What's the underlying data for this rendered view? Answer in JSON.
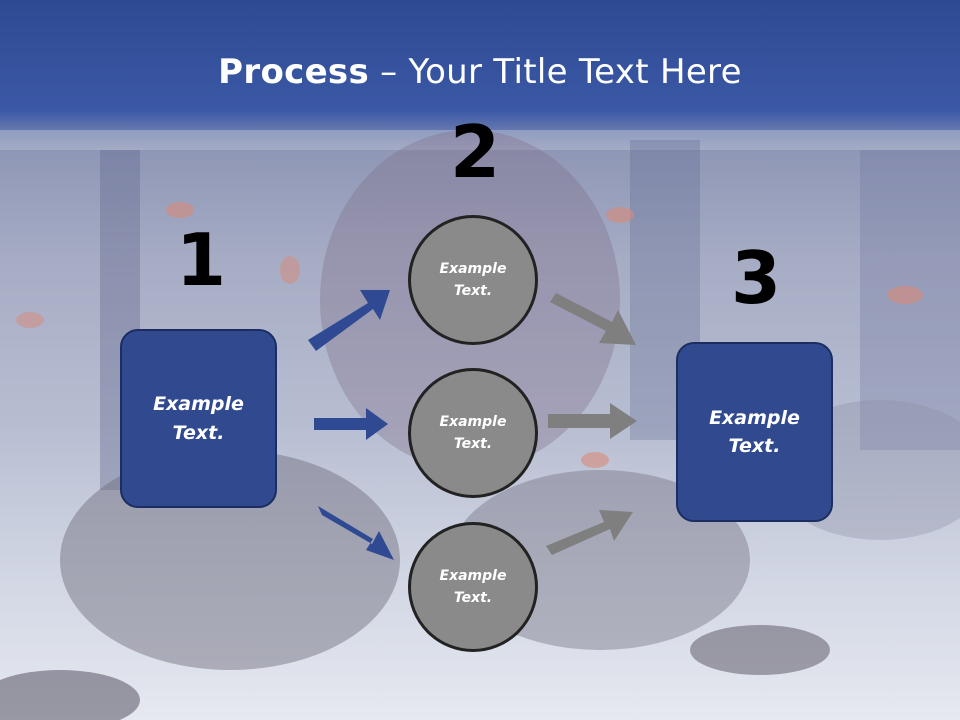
{
  "slide": {
    "title_bold": "Process",
    "title_rest": " – Your Title Text Here",
    "steps": {
      "one": {
        "number": "1",
        "text": "Example\nText."
      },
      "two": {
        "number": "2"
      },
      "three": {
        "number": "3",
        "text": "Example\nText."
      }
    },
    "circles": [
      {
        "text": "Example\nText."
      },
      {
        "text": "Example\nText."
      },
      {
        "text": "Example\nText."
      }
    ]
  },
  "colors": {
    "box_fill": "#30498f",
    "circle_fill": "#8a8a8a",
    "blue_arrow": "#2f4a93",
    "gray_arrow": "#7f7f7f"
  }
}
